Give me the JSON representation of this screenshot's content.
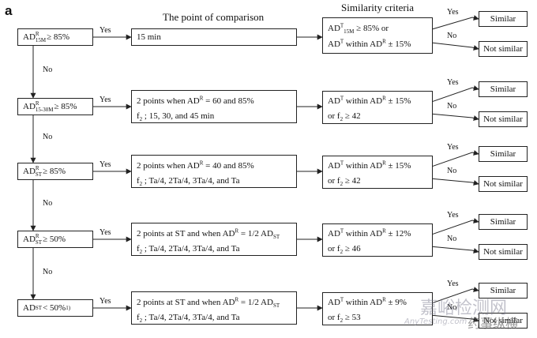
{
  "panel_label": "a",
  "headers": {
    "comparison": "The point of comparison",
    "criteria": "Similarity criteria"
  },
  "edge_labels": {
    "yes": "Yes",
    "no": "No"
  },
  "results": {
    "similar": "Similar",
    "not_similar": "Not similar"
  },
  "rows": [
    {
      "condition": {
        "pre": "AD",
        "sup": "R",
        "sub": "15M",
        "post": " ≥ 85%"
      },
      "point_lines": [
        {
          "t1": "15 min"
        }
      ],
      "criteria_lines": [
        {
          "t1": "AD",
          "sup1": "T",
          "sub1": "15M",
          "t2": " ≥ 85% or"
        },
        {
          "t1": "AD",
          "sup1": "T",
          "t2": " within AD",
          "sup2": "R",
          "t3": " ± 15%"
        }
      ]
    },
    {
      "condition": {
        "pre": "AD",
        "sup": "R",
        "sub": "15-30M",
        "post": " ≥ 85%"
      },
      "point_lines": [
        {
          "t1": "2 points when AD",
          "sup1": "R",
          "t2": " = 60 and 85%"
        },
        {
          "t1": "f",
          "sub1": "2",
          "t2": " ; 15, 30, and 45 min"
        }
      ],
      "criteria_lines": [
        {
          "t1": "AD",
          "sup1": "T",
          "t2": " within AD",
          "sup2": "R",
          "t3": " ± 15%"
        },
        {
          "t1": "or f",
          "sub1": "2",
          "t2": " ≥ 42"
        }
      ]
    },
    {
      "condition": {
        "pre": "AD",
        "sup": "R",
        "sub": "ST",
        "post": " ≥ 85%"
      },
      "point_lines": [
        {
          "t1": "2 points when AD",
          "sup1": "R",
          "t2": " = 40 and 85%"
        },
        {
          "t1": "f",
          "sub1": "2",
          "t2": " ; Ta/4, 2Ta/4, 3Ta/4, and Ta"
        }
      ],
      "criteria_lines": [
        {
          "t1": "AD",
          "sup1": "T",
          "t2": " within AD",
          "sup2": "R",
          "t3": " ± 15%"
        },
        {
          "t1": "or f",
          "sub1": "2",
          "t2": " ≥ 42"
        }
      ]
    },
    {
      "condition": {
        "pre": "AD",
        "sup": "R",
        "sub": "ST",
        "post": " ≥ 50%"
      },
      "point_lines": [
        {
          "t1": "2 points at ST and when AD",
          "sup1": "R",
          "t2": " = 1/2 AD",
          "sub2": "ST"
        },
        {
          "t1": "f",
          "sub1": "2",
          "t2": " ; Ta/4, 2Ta/4, 3Ta/4, and Ta"
        }
      ],
      "criteria_lines": [
        {
          "t1": "AD",
          "sup1": "T",
          "t2": " within AD",
          "sup2": "R",
          "t3": " ± 12%"
        },
        {
          "t1": "or f",
          "sub1": "2",
          "t2": " ≥ 46"
        }
      ]
    },
    {
      "condition": {
        "pre": "AD",
        "sub": "ST",
        "post": " < 50% ",
        "sup_post": "1)"
      },
      "point_lines": [
        {
          "t1": "2 points at ST and when AD",
          "sup1": "R",
          "t2": " =  1/2 AD",
          "sub2": "ST"
        },
        {
          "t1": "f",
          "sub1": "2",
          "t2": " ; Ta/4, 2Ta/4, 3Ta/4, and Ta"
        }
      ],
      "criteria_lines": [
        {
          "t1": "AD",
          "sup1": "T",
          "t2": " within AD",
          "sup2": "R",
          "t3": " ± 9%"
        },
        {
          "t1": "or f",
          "sub1": "2",
          "t2": " ≥ 53"
        }
      ]
    }
  ],
  "watermark": {
    "line1": "嘉峪检测网",
    "line2": "药事纵横",
    "line3": "AnyTesting.com"
  }
}
